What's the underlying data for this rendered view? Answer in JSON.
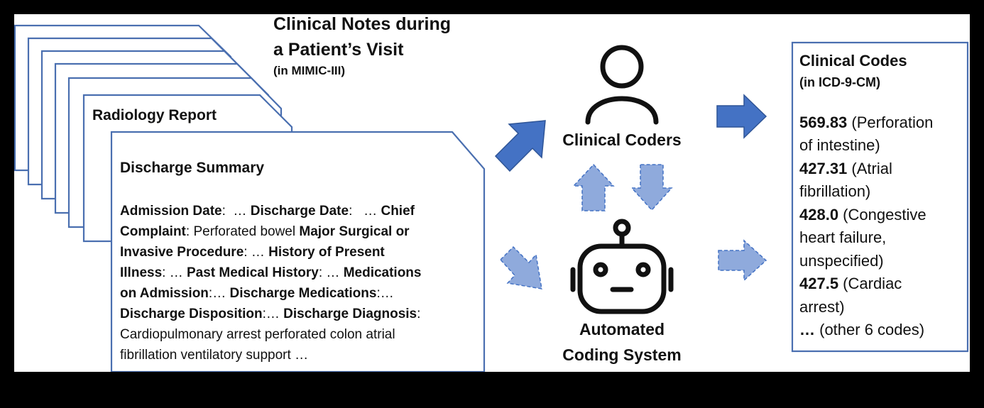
{
  "notes_heading": {
    "title_line1": "Clinical Notes during",
    "title_line2": "a Patient’s Visit",
    "subtitle": "(in MIMIC-III)"
  },
  "cards": {
    "radiology_title": "Radiology Report",
    "discharge_title": "Discharge Summary"
  },
  "discharge_body": [
    [
      {
        "t": "Admission Date",
        "b": true
      },
      {
        "t": ":  … "
      },
      {
        "t": "Discharge Date",
        "b": true
      },
      {
        "t": ":   … "
      },
      {
        "t": "Chief",
        "b": true
      }
    ],
    [
      {
        "t": "Complaint",
        "b": true
      },
      {
        "t": ": Perforated bowel "
      },
      {
        "t": "Major Surgical or",
        "b": true
      }
    ],
    [
      {
        "t": "Invasive Procedure",
        "b": true
      },
      {
        "t": ": … "
      },
      {
        "t": "History of Present",
        "b": true
      }
    ],
    [
      {
        "t": "Illness",
        "b": true
      },
      {
        "t": ": … "
      },
      {
        "t": "Past Medical History",
        "b": true
      },
      {
        "t": ": … "
      },
      {
        "t": "Medications",
        "b": true
      }
    ],
    [
      {
        "t": "on Admission",
        "b": true
      },
      {
        "t": ":… "
      },
      {
        "t": "Discharge Medications",
        "b": true
      },
      {
        "t": ":…"
      }
    ],
    [
      {
        "t": "Discharge Disposition",
        "b": true
      },
      {
        "t": ":… "
      },
      {
        "t": "Discharge Diagnosis",
        "b": true
      },
      {
        "t": ":"
      }
    ],
    [
      {
        "t": "Cardiopulmonary arrest perforated colon atrial"
      }
    ],
    [
      {
        "t": "fibrillation ventilatory support …"
      }
    ]
  ],
  "actors": {
    "human_label": "Clinical Coders",
    "robot_label_line1": "Automated",
    "robot_label_line2": "Coding System"
  },
  "codes_panel": {
    "title": "Clinical Codes",
    "subtitle": "(in ICD-9-CM)",
    "lines": [
      [
        {
          "t": "569.83",
          "b": true
        },
        {
          "t": " (Perforation"
        }
      ],
      [
        {
          "t": "of intestine)"
        }
      ],
      [
        {
          "t": "427.31",
          "b": true
        },
        {
          "t": " (Atrial"
        }
      ],
      [
        {
          "t": "fibrillation)"
        }
      ],
      [
        {
          "t": "428.0",
          "b": true
        },
        {
          "t": " (Congestive"
        }
      ],
      [
        {
          "t": "heart failure,"
        }
      ],
      [
        {
          "t": "unspecified)"
        }
      ],
      [
        {
          "t": "427.5",
          "b": true
        },
        {
          "t": " (Cardiac"
        }
      ],
      [
        {
          "t": "arrest)"
        }
      ],
      [
        {
          "t": "…",
          "b": true
        },
        {
          "t": " (other 6 codes)"
        }
      ]
    ]
  },
  "colors": {
    "border_blue": "#4a6fb0",
    "arrow_solid": "#4472c4",
    "arrow_dashed_fill": "#8faadc",
    "background": "#000000",
    "canvas": "#ffffff"
  },
  "icons": {
    "person": "person-icon",
    "robot": "robot-icon"
  }
}
